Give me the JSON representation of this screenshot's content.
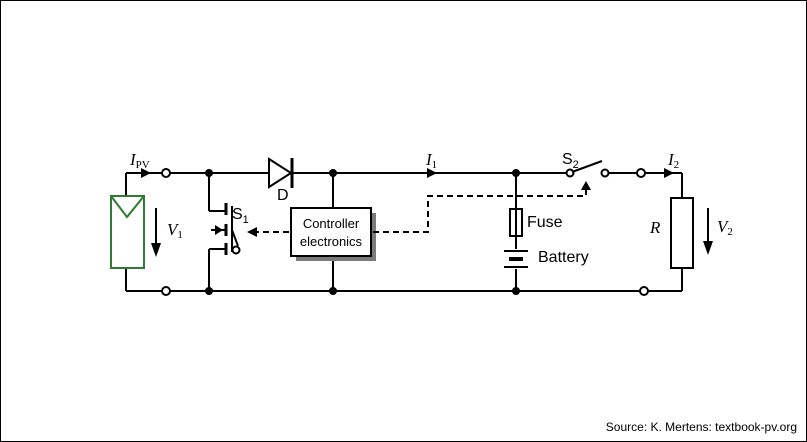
{
  "diagram": {
    "labels": {
      "ipv_main": "I",
      "ipv_sub": "PV",
      "v1_main": "V",
      "v1_sub": "1",
      "s1_main": "S",
      "s1_sub": "1",
      "diode": "D",
      "controller_line1": "Controller",
      "controller_line2": "electronics",
      "i1_main": "I",
      "i1_sub": "1",
      "s2_main": "S",
      "s2_sub": "2",
      "fuse": "Fuse",
      "battery": "Battery",
      "i2_main": "I",
      "i2_sub": "2",
      "r": "R",
      "v2_main": "V",
      "v2_sub": "2"
    },
    "source": "Source: K. Mertens: textbook-pv.org"
  },
  "colors": {
    "pv_module": "#2e7d32",
    "wire": "#000000"
  }
}
